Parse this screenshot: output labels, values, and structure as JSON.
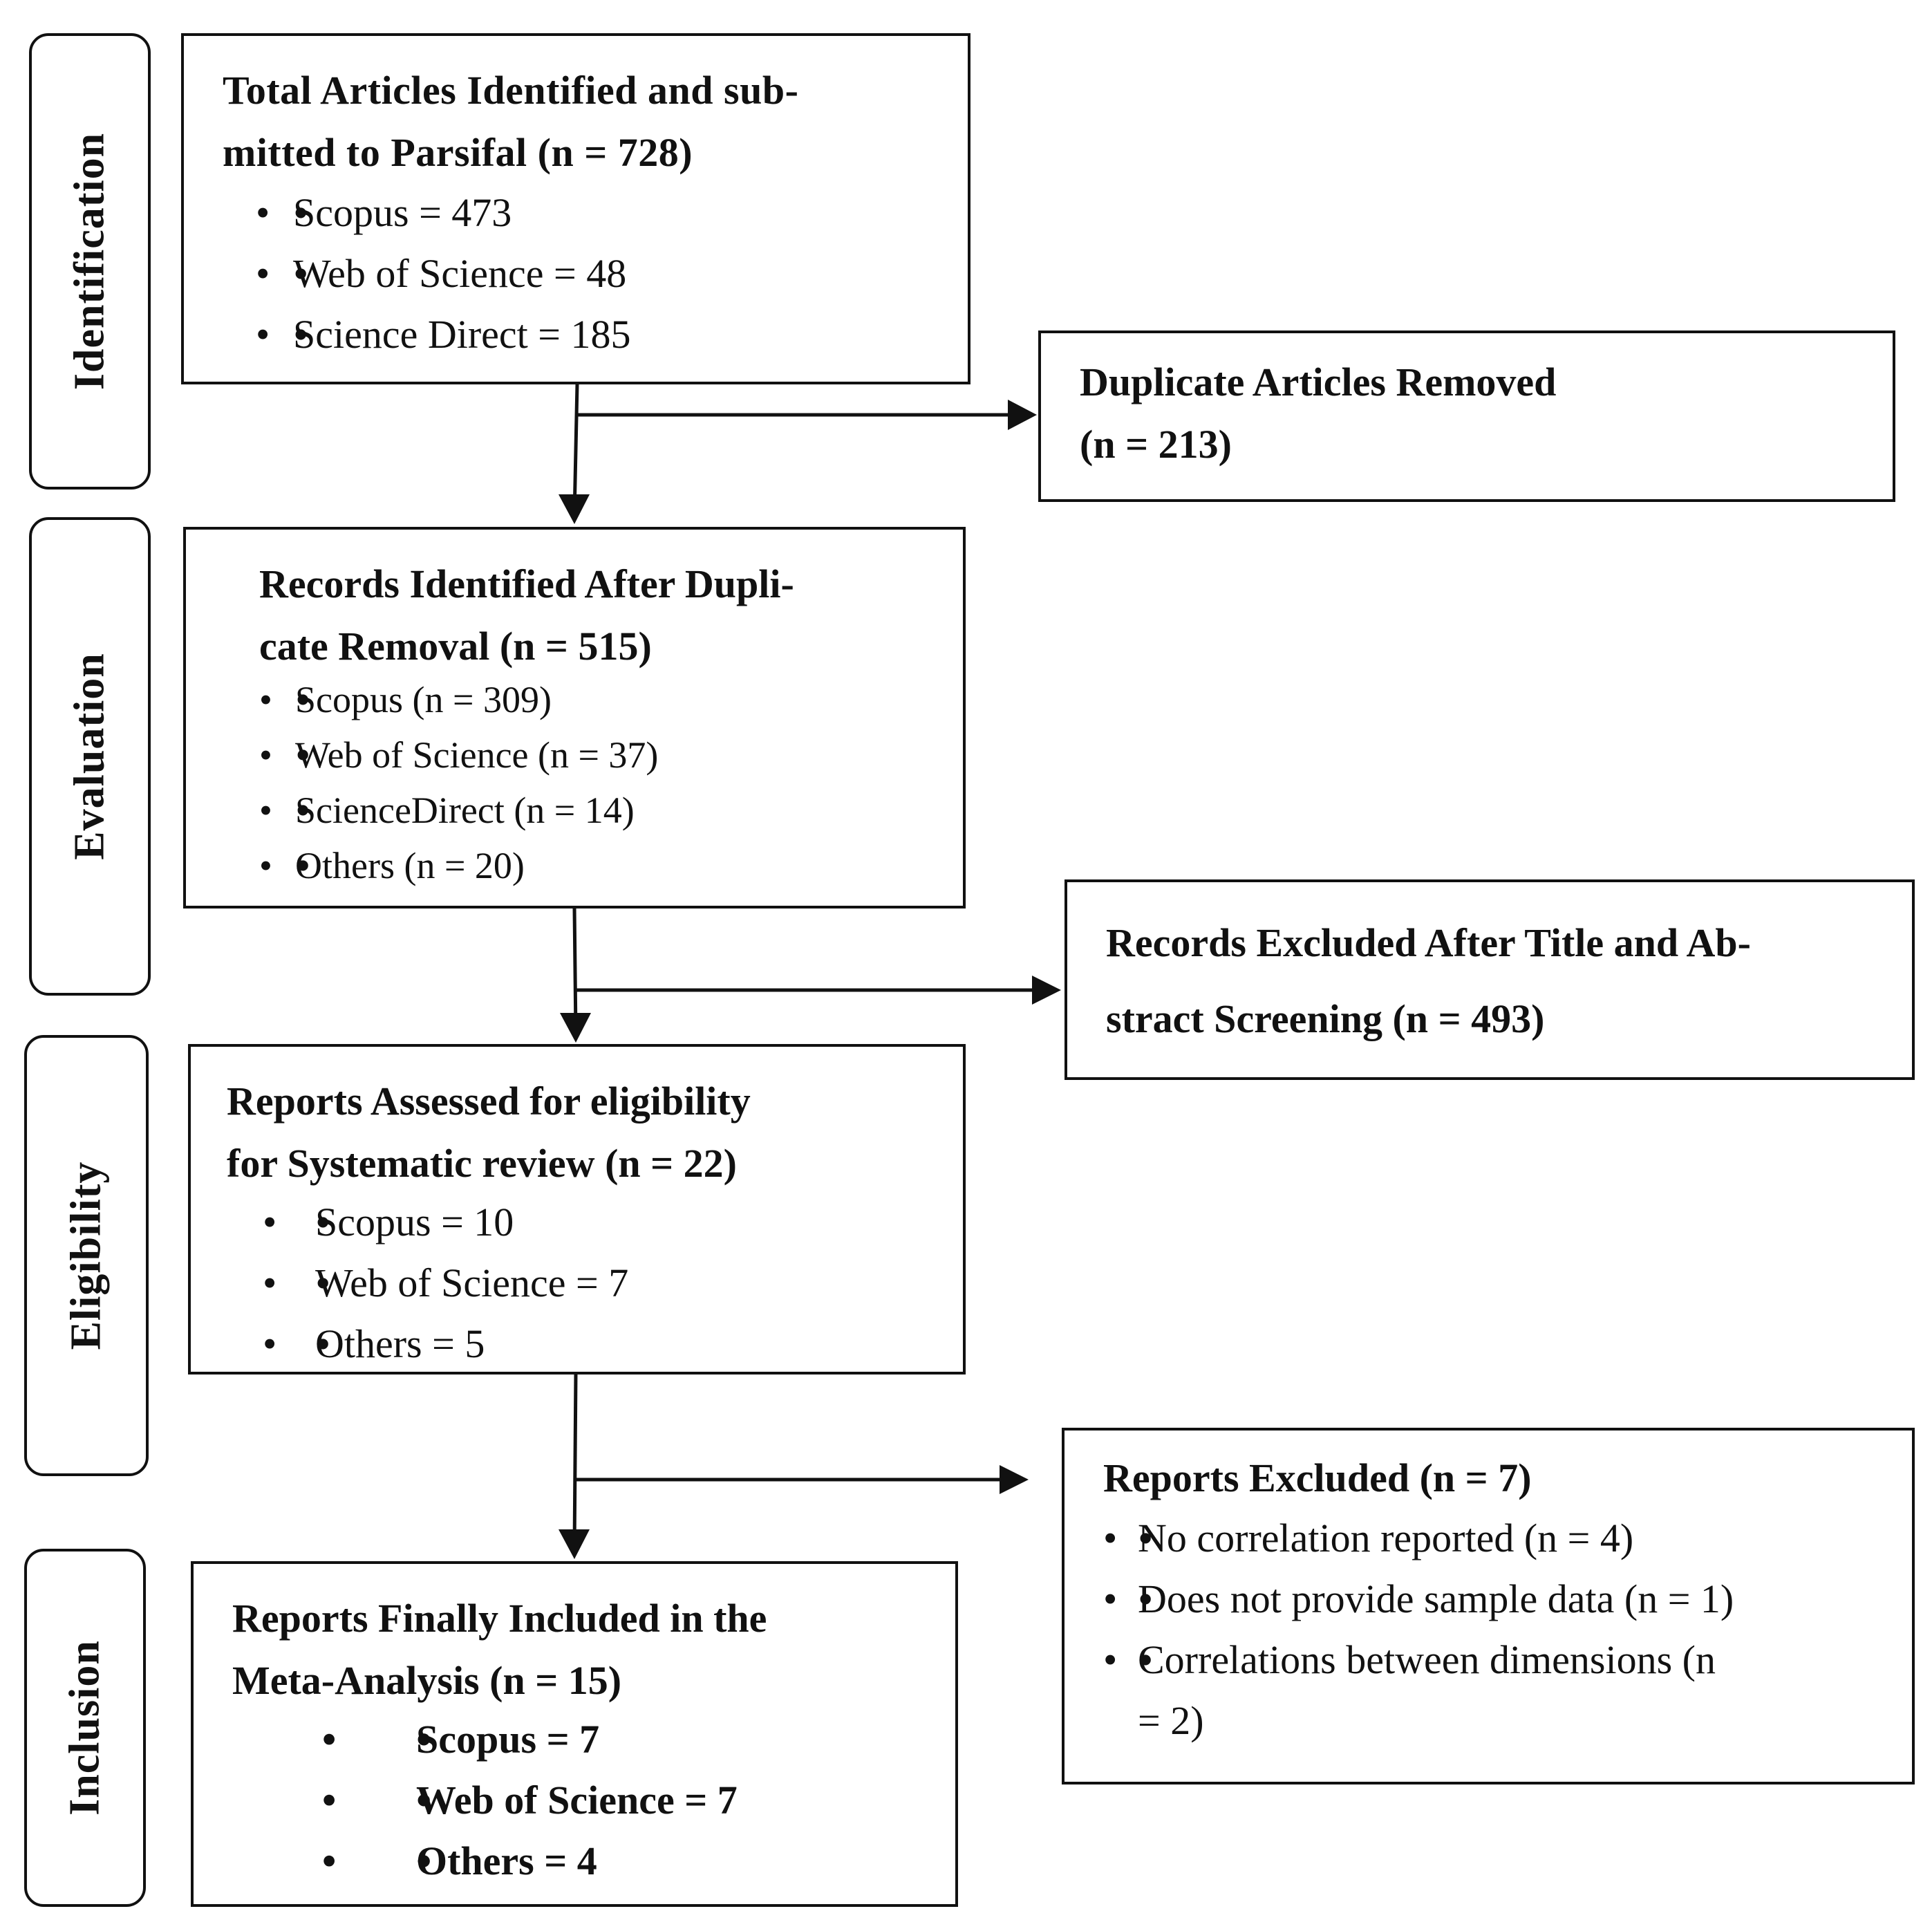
{
  "stages": [
    {
      "id": "identification",
      "label": "Identification"
    },
    {
      "id": "evaluation",
      "label": "Evaluation"
    },
    {
      "id": "eligibility",
      "label": "Eligibility"
    },
    {
      "id": "inclusion",
      "label": "Inclusion"
    }
  ],
  "identified": {
    "heading_line1": "Total Articles Identified and sub-",
    "heading_line2": "mitted to Parsifal (n = 728)",
    "items": [
      "Scopus = 473",
      "Web of Science = 48",
      "Science Direct = 185"
    ]
  },
  "duplicates": {
    "line1": "Duplicate Articles Removed",
    "line2": "(n = 213)"
  },
  "after_duplicates": {
    "heading_line1": "Records Identified After Dupli-",
    "heading_line2": "cate Removal (n = 515)",
    "items": [
      "Scopus (n = 309)",
      "Web of Science (n = 37)",
      "ScienceDirect (n = 14)",
      "Others (n = 20)"
    ]
  },
  "excluded_screening": {
    "line1": "Records Excluded After Title and Ab-",
    "line2": "stract Screening (n = 493)"
  },
  "assessed": {
    "heading_line1": "Reports Assessed for eligibility",
    "heading_line2": "for Systematic review (n = 22)",
    "items": [
      "Scopus = 10",
      "Web of Science = 7",
      "Others = 5"
    ]
  },
  "excluded_reports": {
    "heading": "Reports Excluded (n = 7)",
    "items": [
      "No correlation reported (n = 4)",
      "Does not provide sample data (n = 1)"
    ],
    "item3_line1": "Correlations between dimensions (n",
    "item3_line2": "= 2)"
  },
  "included": {
    "heading_line1": "Reports Finally Included in the",
    "heading_line2": "Meta-Analysis (n = 15)",
    "items": [
      "Scopus = 7",
      "Web of Science = 7",
      "Others = 4"
    ]
  }
}
